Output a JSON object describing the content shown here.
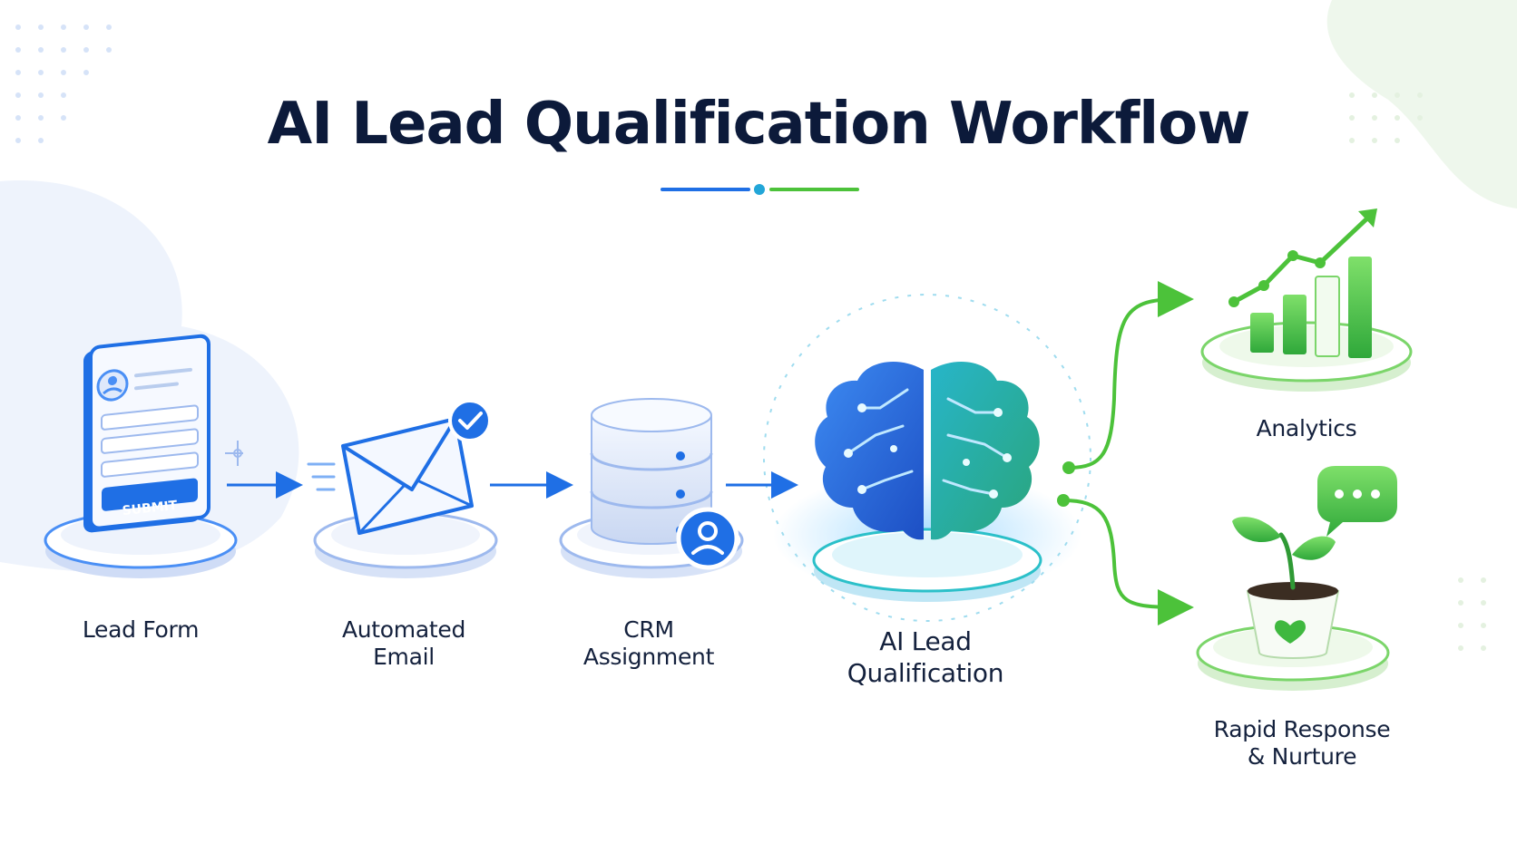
{
  "title": "AI Lead Qualification Workflow",
  "colors": {
    "blue": "#1f6fe5",
    "green": "#4cc23a",
    "title": "#0c1a3a"
  },
  "steps": [
    {
      "id": "lead-form",
      "lines": [
        "Lead Form"
      ],
      "icon": "form-icon",
      "button_label": "SUBMIT"
    },
    {
      "id": "automated-email",
      "lines": [
        "Automated",
        "Email"
      ],
      "icon": "envelope-icon"
    },
    {
      "id": "crm-assignment",
      "lines": [
        "CRM",
        "Assignment"
      ],
      "icon": "database-icon"
    },
    {
      "id": "ai-lead-qualification",
      "lines": [
        "AI Lead",
        "Qualification"
      ],
      "icon": "brain-icon"
    }
  ],
  "outcomes": [
    {
      "id": "analytics",
      "lines": [
        "Analytics"
      ],
      "icon": "bar-chart-icon"
    },
    {
      "id": "rapid-response",
      "lines": [
        "Rapid Response",
        "& Nurture"
      ],
      "icon": "plant-icon"
    }
  ]
}
